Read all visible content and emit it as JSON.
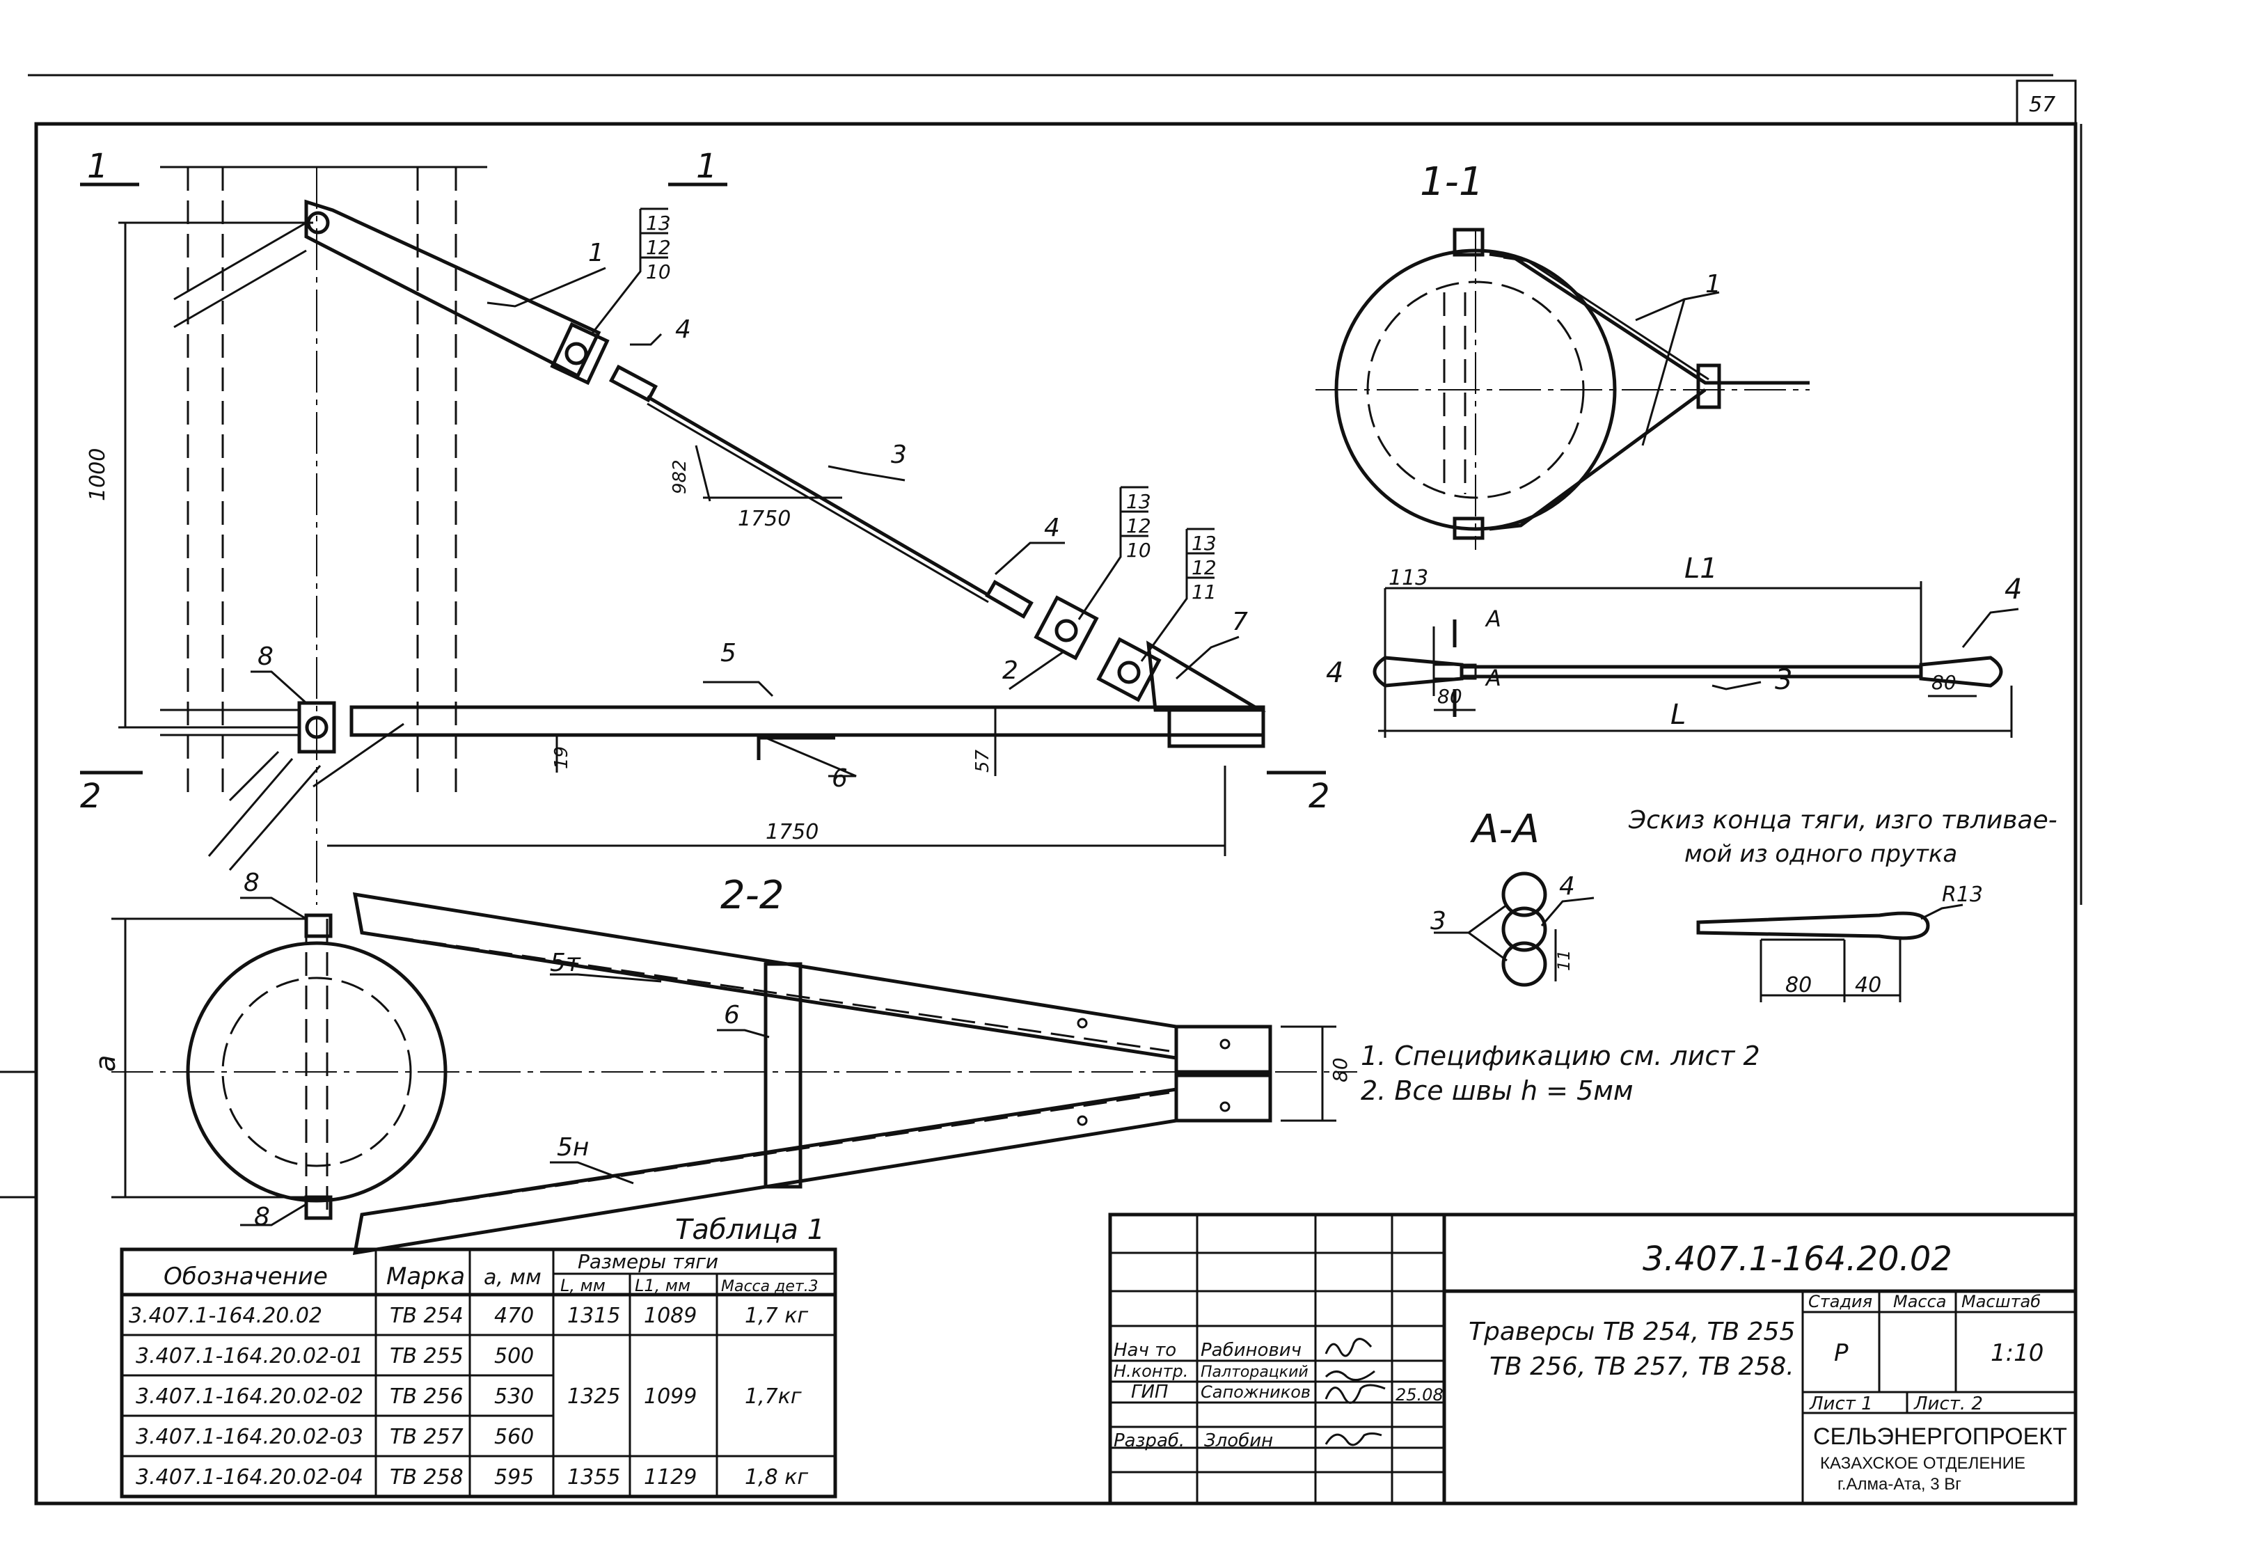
{
  "sheet_number": "57",
  "views": {
    "section_1_left": "1",
    "section_1_right": "1",
    "section_2_left": "2",
    "section_2_right": "2",
    "title_1_1": "1-1",
    "title_2_2": "2-2",
    "title_a_a": "A-A"
  },
  "main_view": {
    "callouts_top": [
      "13",
      "12",
      "10"
    ],
    "callouts_mid": [
      "13",
      "12",
      "10"
    ],
    "callouts_right": [
      "13",
      "12",
      "11"
    ],
    "part_1": "1",
    "part_2": "2",
    "part_3": "3",
    "part_4_top": "4",
    "part_4_mid": "4",
    "part_5": "5",
    "part_6": "6",
    "part_7": "7",
    "part_8": "8",
    "dim_1000": "1000",
    "dim_982": "982",
    "dim_1750_rod": "1750",
    "dim_1750_base": "1750",
    "dim_19": "19",
    "dim_57": "57"
  },
  "view_1_1": {
    "part_1": "1"
  },
  "rod_detail": {
    "dim_113": "113",
    "dim_L1": "L1",
    "dim_L": "L",
    "dim_80_left": "80",
    "dim_80_right": "80",
    "part_4_left": "4",
    "part_4_right": "4",
    "part_3": "3",
    "section_a_top": "A",
    "section_a_bottom": "A"
  },
  "view_a_a": {
    "part_3": "3",
    "part_4": "4",
    "dim_11": "11"
  },
  "sketch": {
    "caption_line1": "Эскиз конца тяги, изгo твливае-",
    "caption_line2": "мой из одного прутка",
    "dim_r13": "R13",
    "dim_80": "80",
    "dim_40": "40"
  },
  "view_2_2": {
    "part_8_top": "8",
    "part_8_bottom": "8",
    "part_5t": "5т",
    "part_5n": "5н",
    "part_6": "6",
    "dim_a": "a",
    "dim_80": "80"
  },
  "notes": [
    "1. Спецификацию   см. лист 2",
    "2. Все   швы   h = 5мм"
  ],
  "table": {
    "caption": "Таблица 1",
    "header_group": "Размеры тяги",
    "columns": [
      "Обозначение",
      "Марка",
      "a, мм",
      "L, мм",
      "L1, мм",
      "Масса дет.3"
    ],
    "rows": [
      {
        "designation": "3.407.1-164.20.02",
        "mark": "ТВ 254",
        "a": "470",
        "L": "1315",
        "L1": "1089",
        "mass": "1,7 кг"
      },
      {
        "designation": "3.407.1-164.20.02-01",
        "mark": "ТВ 255",
        "a": "500"
      },
      {
        "designation": "3.407.1-164.20.02-02",
        "mark": "ТВ 256",
        "a": "530",
        "L": "1325",
        "L1": "1099",
        "mass": "1,7кг"
      },
      {
        "designation": "3.407.1-164.20.02-03",
        "mark": "ТВ 257",
        "a": "560"
      },
      {
        "designation": "3.407.1-164.20.02-04",
        "mark": "ТВ 258",
        "a": "595",
        "L": "1355",
        "L1": "1129",
        "mass": "1,8 кг"
      }
    ]
  },
  "title_block": {
    "doc_code": "3.407.1-164.20.02",
    "title_line1": "Траверсы  ТВ 254,  ТВ 255",
    "title_line2": "ТВ 256,  ТВ 257,  ТВ 258.",
    "stage_label": "Стадия",
    "mass_label": "Масса",
    "scale_label": "Масштаб",
    "stage_value": "Р",
    "scale_value": "1:10",
    "sheet_label": "Лист 1",
    "sheets_label": "Лист. 2",
    "org_line1": "СЕЛЬЭНЕРГОПРОЕКТ",
    "org_line2": "КАЗАХСКОЕ ОТДЕЛЕНИЕ",
    "org_line3": "г.Алма-Ата, 3 Вг",
    "date": "25.08",
    "signatures": [
      {
        "role": "Нач то",
        "name": "Рабинович"
      },
      {
        "role": "Н.контр.",
        "name": "Палторацкий"
      },
      {
        "role": "ГИП",
        "name": "Сапожников"
      },
      {
        "role": "Разраб.",
        "name": "Злобин"
      }
    ]
  }
}
